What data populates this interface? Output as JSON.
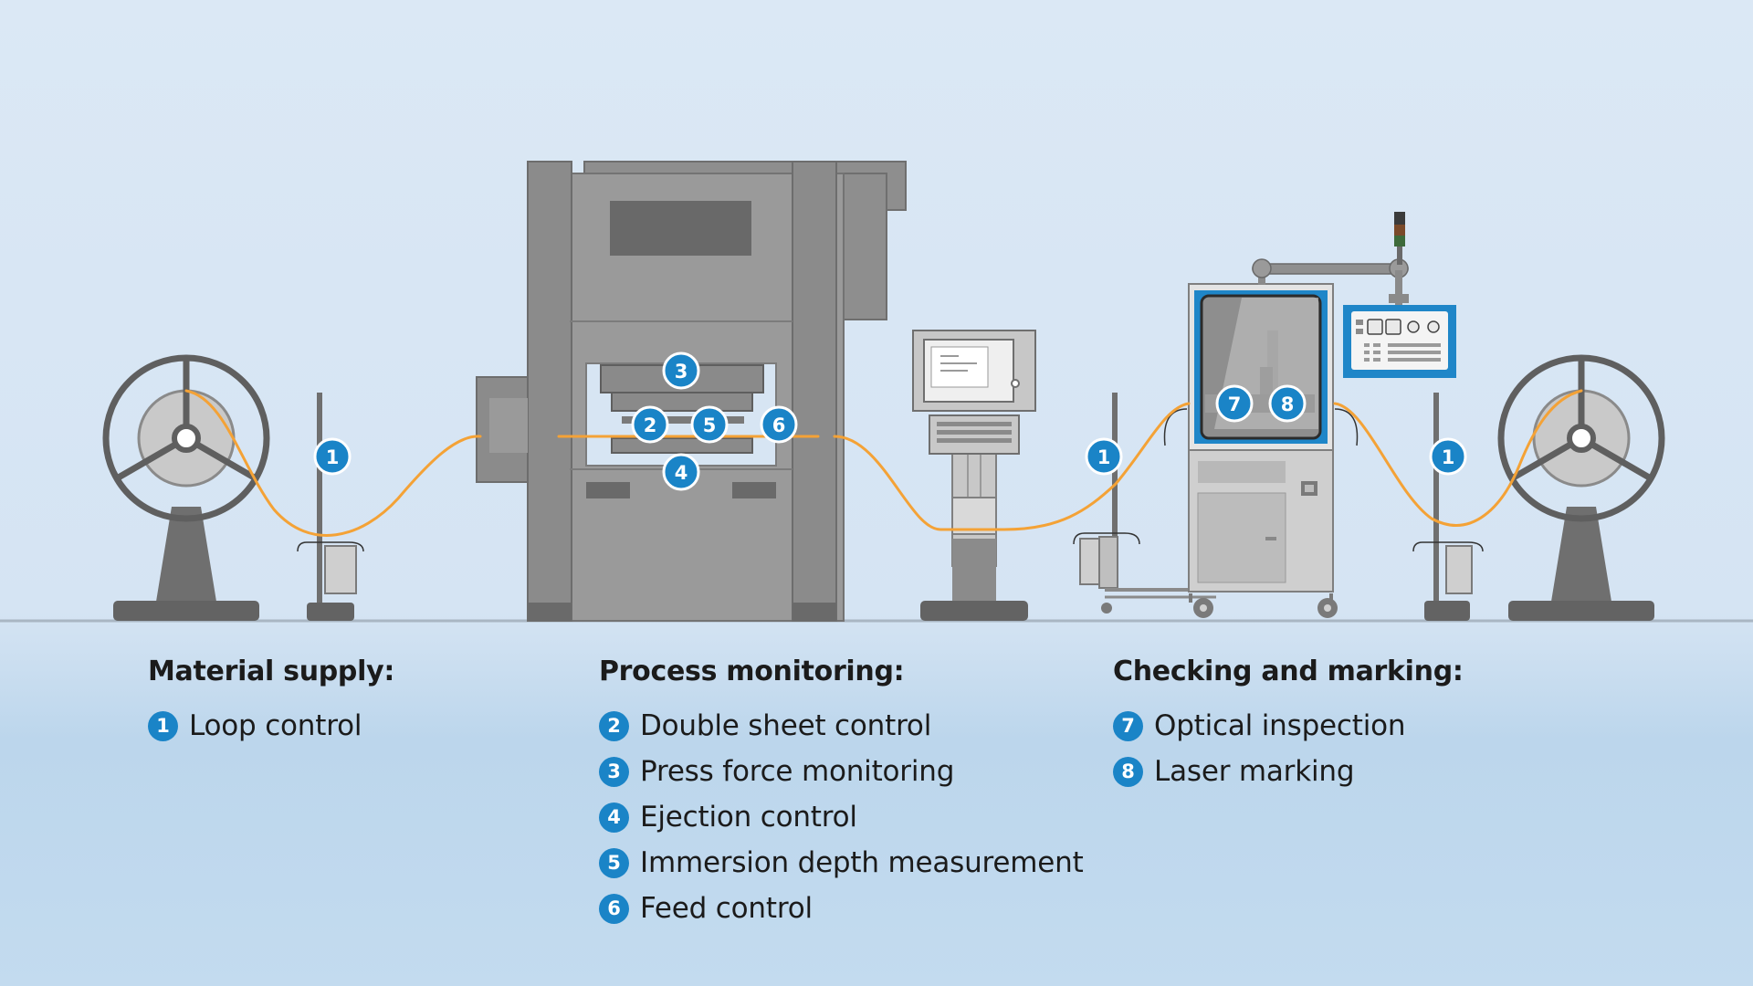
{
  "legend": {
    "material": {
      "title": "Material supply:",
      "items": [
        {
          "num": "1",
          "label": "Loop control"
        }
      ]
    },
    "process": {
      "title": "Process monitoring:",
      "items": [
        {
          "num": "2",
          "label": "Double sheet control"
        },
        {
          "num": "3",
          "label": "Press force monitoring"
        },
        {
          "num": "4",
          "label": "Ejection control"
        },
        {
          "num": "5",
          "label": "Immersion depth measurement"
        },
        {
          "num": "6",
          "label": "Feed control"
        }
      ]
    },
    "checking": {
      "title": "Checking and marking:",
      "items": [
        {
          "num": "7",
          "label": "Optical inspection"
        },
        {
          "num": "8",
          "label": "Laser marking"
        }
      ]
    }
  },
  "markers": {
    "loop_left": "1",
    "double_sheet": "2",
    "press_force": "3",
    "ejection": "4",
    "immersion": "5",
    "feed": "6",
    "loop_middle": "1",
    "optical": "7",
    "laser": "8",
    "loop_right": "1"
  },
  "colors": {
    "badge": "#1a84c7",
    "strip": "#f4a236",
    "machine_gray": "#9a9a9a",
    "dark_gray": "#6e6e6e",
    "cabinet_blue": "#1f86c8"
  }
}
